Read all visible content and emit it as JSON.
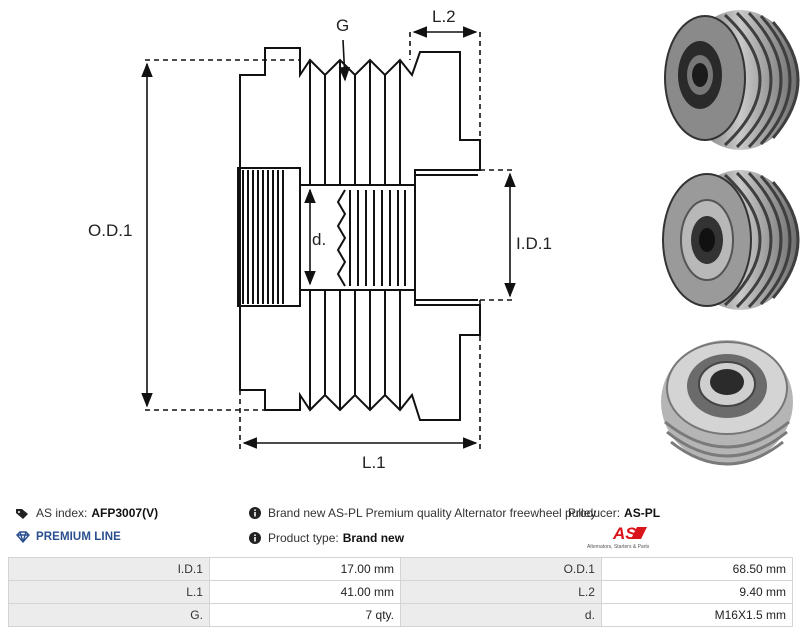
{
  "drawing": {
    "label_g": "G",
    "label_l2": "L.2",
    "label_od1": "O.D.1",
    "label_id1": "I.D.1",
    "label_d": "d.",
    "label_l1": "L.1"
  },
  "photos": [
    "pulley-photo-side",
    "pulley-photo-front",
    "pulley-photo-back"
  ],
  "info": {
    "as_index_label": "AS index:",
    "as_index_value": "AFP3007(V)",
    "premium_line": "PREMIUM LINE",
    "description": "Brand new AS-PL Premium quality Alternator freewheel pulley",
    "producer_label": "Producer:",
    "producer_value": "AS-PL",
    "product_type_label": "Product type:",
    "product_type_value": "Brand new"
  },
  "logo": {
    "mark": "AS",
    "tagline": "Alternators, Starters & Parts",
    "accent": "#d9141b"
  },
  "specs": [
    {
      "k1": "I.D.1",
      "v1": "17.00 mm",
      "k2": "O.D.1",
      "v2": "68.50 mm"
    },
    {
      "k1": "L.1",
      "v1": "41.00 mm",
      "k2": "L.2",
      "v2": "9.40 mm"
    },
    {
      "k1": "G.",
      "v1": "7 qty.",
      "k2": "d.",
      "v2": "M16X1.5 mm"
    }
  ]
}
